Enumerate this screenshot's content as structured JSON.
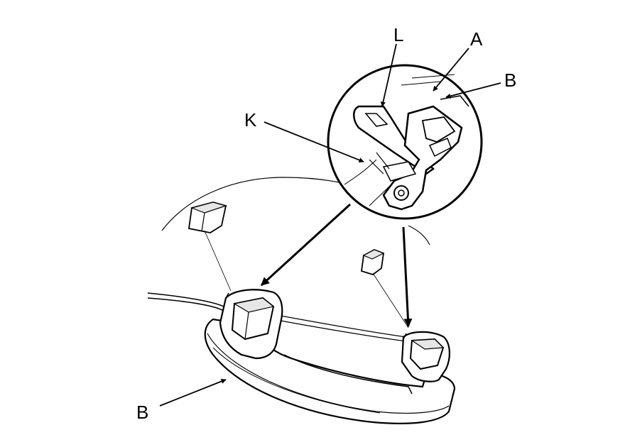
{
  "callouts": {
    "l": "L",
    "a": "A",
    "b_clip": "B",
    "k": "K",
    "b_handle": "B"
  },
  "colors": {
    "ink": "#000000",
    "paper": "#ffffff",
    "shade": "#e6e6e6"
  }
}
